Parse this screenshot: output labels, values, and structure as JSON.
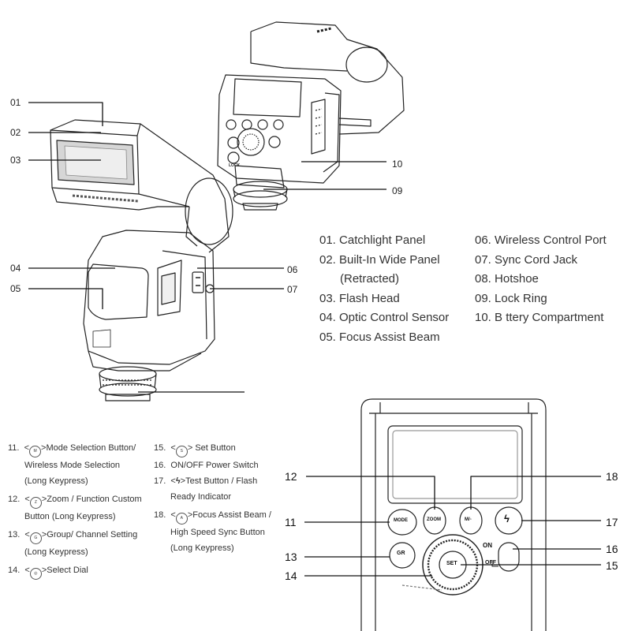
{
  "callouts": {
    "top": [
      "01",
      "02",
      "03",
      "04",
      "05",
      "06",
      "07",
      "10",
      "09"
    ],
    "bottom": [
      "12",
      "18",
      "11",
      "17",
      "13",
      "16",
      "14",
      "15"
    ]
  },
  "legend": {
    "col1": [
      "01. Catchlight Panel",
      "02. Built-In Wide Panel",
      "(Retracted)",
      "03. Flash Head",
      "04. Optic Control Sensor",
      "05. Focus Assist Beam"
    ],
    "col2": [
      "06. Wireless Control Port",
      "07. Sync Cord Jack",
      "08. Hotshoe",
      "09. Lock Ring",
      "10. B  ttery Compartment"
    ]
  },
  "buttons": {
    "b11": {
      "num": "11.",
      "l1": "Mode Selection Button/",
      "l2": "Wireless Mode Selection",
      "l3": "(Long Keypress)"
    },
    "b12": {
      "num": "12.",
      "l1": "Zoom / Function Custom",
      "l2": "Button (Long Keypress)"
    },
    "b13": {
      "num": "13.",
      "l1": "Group/ Channel Setting",
      "l2": "(Long Keypress)"
    },
    "b14": {
      "num": "14.",
      "l1": "Select Dial"
    },
    "b15": {
      "num": "15.",
      "l1": "Set Button"
    },
    "b16": {
      "num": "16.",
      "l1": "ON/OFF Power Switch"
    },
    "b17": {
      "num": "17.",
      "l1": "Test Button / Flash",
      "l2": "Ready Indicator"
    },
    "b18": {
      "num": "18.",
      "l1": "Focus Assist Beam /",
      "l2": "High Speed Sync Button",
      "l3": "(Long Keypress)"
    }
  },
  "device_text": {
    "lock": "LOCK",
    "on": "ON",
    "off": "OFF",
    "set": "SET",
    "mode": "MODE",
    "zoom": "ZOOM",
    "ma": "M/▫",
    "gr": "GR",
    "bolt": "ϟ"
  }
}
